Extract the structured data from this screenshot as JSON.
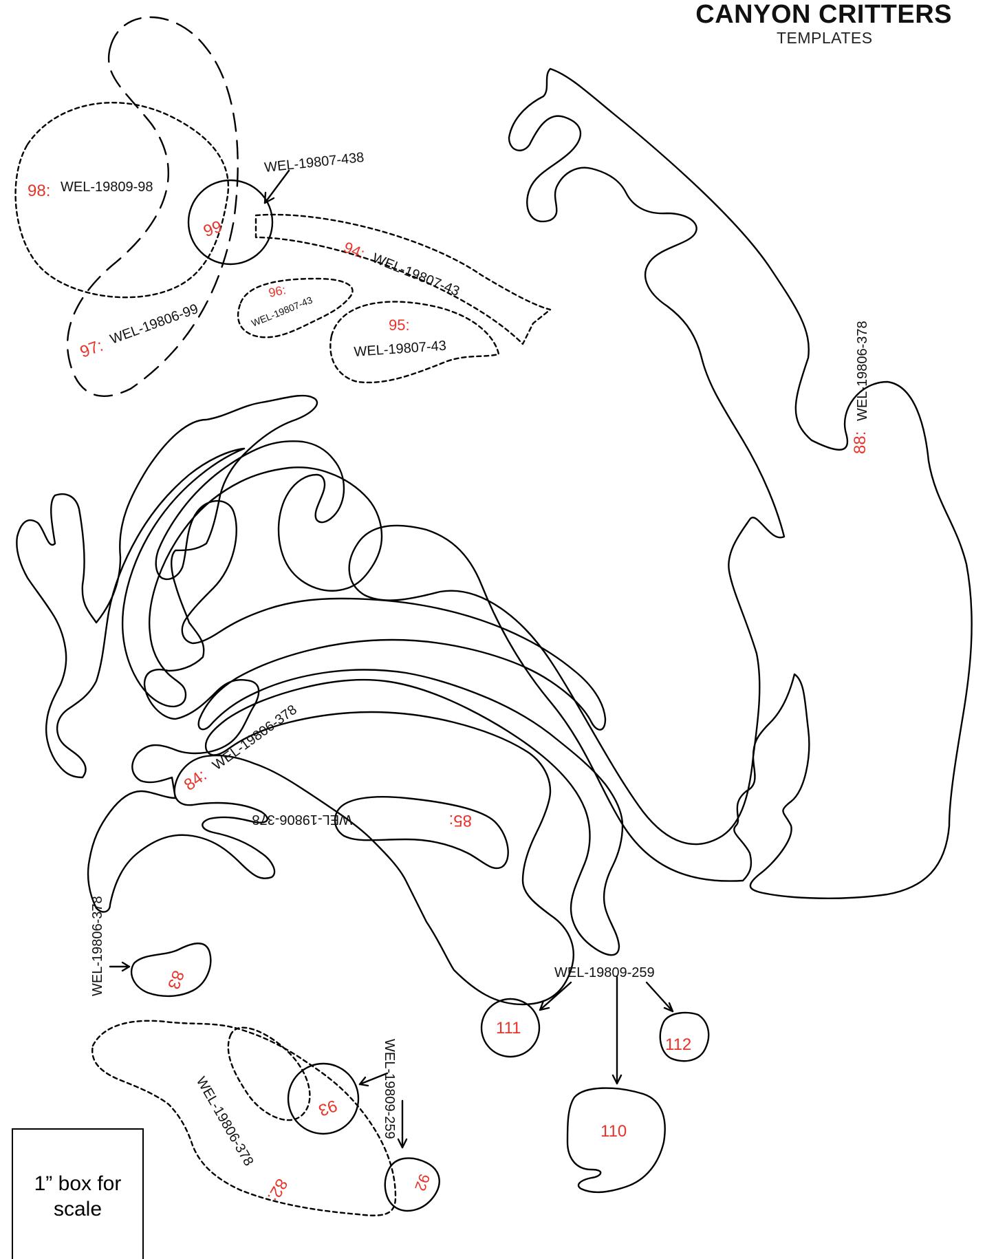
{
  "header": {
    "title": "CANYON CRITTERS",
    "subtitle": "TEMPLATES"
  },
  "scale_box": {
    "label": "1” box for\nscale"
  },
  "parts": {
    "p98": {
      "num": "98:",
      "code": "WEL-19809-98"
    },
    "p99": {
      "num": "99"
    },
    "p438": {
      "code": "WEL-19807-438"
    },
    "p94": {
      "num": "94:",
      "code": "WEL-19807-43"
    },
    "p96": {
      "num": "96:",
      "code": "WEL-19807-43"
    },
    "p95": {
      "num": "95:",
      "code": "WEL-19807-43"
    },
    "p97": {
      "num": "97:",
      "code": "WEL-19806-99"
    },
    "p88": {
      "num": "88:",
      "code": "WEL-19806-378"
    },
    "p84": {
      "num": "84:",
      "code": "WEL-19806-378"
    },
    "p85": {
      "num": "85:",
      "code": "WEL-19806-378"
    },
    "p83": {
      "num": "83",
      "code": "WEL-19806-378"
    },
    "p93": {
      "num": "93",
      "code": "WEL-19809-259"
    },
    "p82": {
      "num": "82:",
      "code": "WEL-19806-378"
    },
    "p92": {
      "num": "92"
    },
    "p259": {
      "code": "WEL-19809-259"
    },
    "p111": {
      "num": "111"
    },
    "p110": {
      "num": "110"
    },
    "p112": {
      "num": "112"
    }
  },
  "colors": {
    "part_number": "#e8332a",
    "line": "#000000",
    "text": "#111111"
  }
}
